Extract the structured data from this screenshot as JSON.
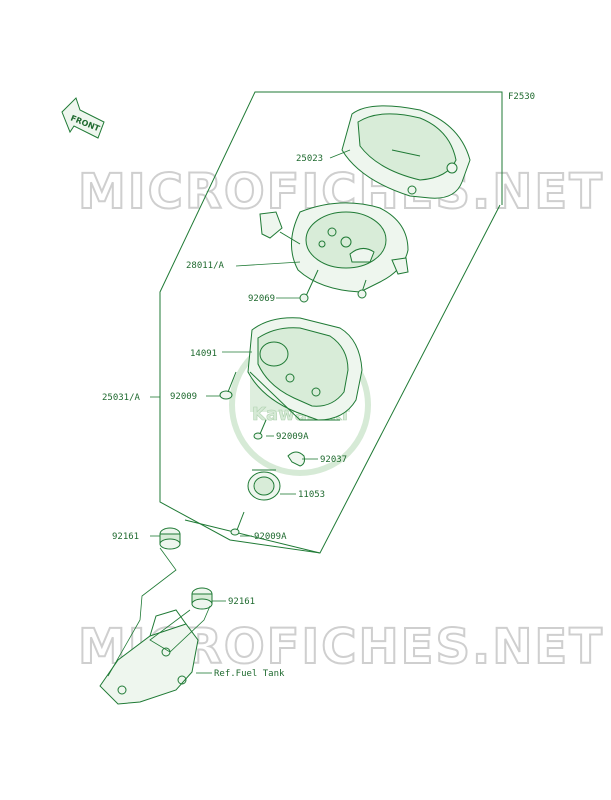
{
  "figure_code": "F2530",
  "front_label": "FRONT",
  "watermark_text": "MICROFICHES.NET",
  "logo_text": "Kawasaki",
  "parts": [
    {
      "label": "25023"
    },
    {
      "label": "28011/A"
    },
    {
      "label": "92069"
    },
    {
      "label": "14091"
    },
    {
      "label": "25031/A"
    },
    {
      "label": "92009"
    },
    {
      "label": "92009A"
    },
    {
      "label": "92037"
    },
    {
      "label": "11053"
    },
    {
      "label": "92009A"
    },
    {
      "label": "92161"
    },
    {
      "label": "92161"
    },
    {
      "label": "Ref.Fuel Tank"
    }
  ],
  "colors": {
    "line": "#1f7a35",
    "text": "#1f6a2f",
    "watermark": "#cfcfcf"
  }
}
